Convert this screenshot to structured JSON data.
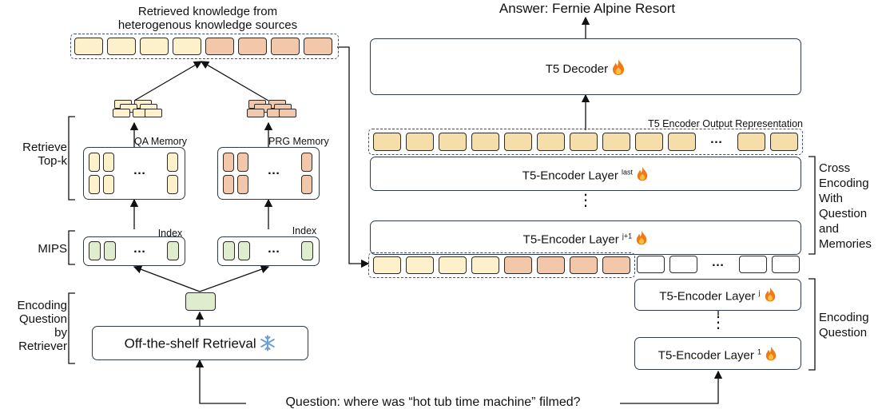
{
  "top_left_title_line1": "Retrieved knowledge from",
  "top_left_title_line2": "heterogenous knowledge sources",
  "answer": "Answer: Fernie Alpine Resort",
  "question": "Question: where was “hot tub time machine” filmed?",
  "left": {
    "retrieve_label": [
      "Retrieve",
      "Top-k"
    ],
    "mips_label": "MIPS",
    "encoding_label": [
      "Encoding",
      "Question",
      "by",
      "Retriever"
    ],
    "qa_memory": "QA Memory",
    "prg_memory": "PRG Memory",
    "index_label": "Index",
    "retriever": "Off-the-shelf Retrieval",
    "dots": "…"
  },
  "right": {
    "decoder": "T5 Decoder",
    "output_repr": "T5 Encoder Output Representation",
    "layer_base": "T5-Encoder Layer",
    "sup_last": "last",
    "sup_j1": "j+1",
    "sup_j": "j",
    "sup_1": "1",
    "vdots": "⋮",
    "dots": "…",
    "cross_label": [
      "Cross",
      "Encoding",
      "With",
      "Question",
      "and",
      "Memories"
    ],
    "encq_label": [
      "Encoding",
      "Question"
    ]
  },
  "icons": {
    "fire": "fire-icon",
    "snow": "snowflake-icon"
  },
  "colors": {
    "memory_qa": "#fdf1cc",
    "memory_prg": "#f2c7aa",
    "index": "#dfeccd",
    "encoder_out": "#f5deaa",
    "fire": "#f07a1a",
    "snow": "#6f9fd8"
  }
}
